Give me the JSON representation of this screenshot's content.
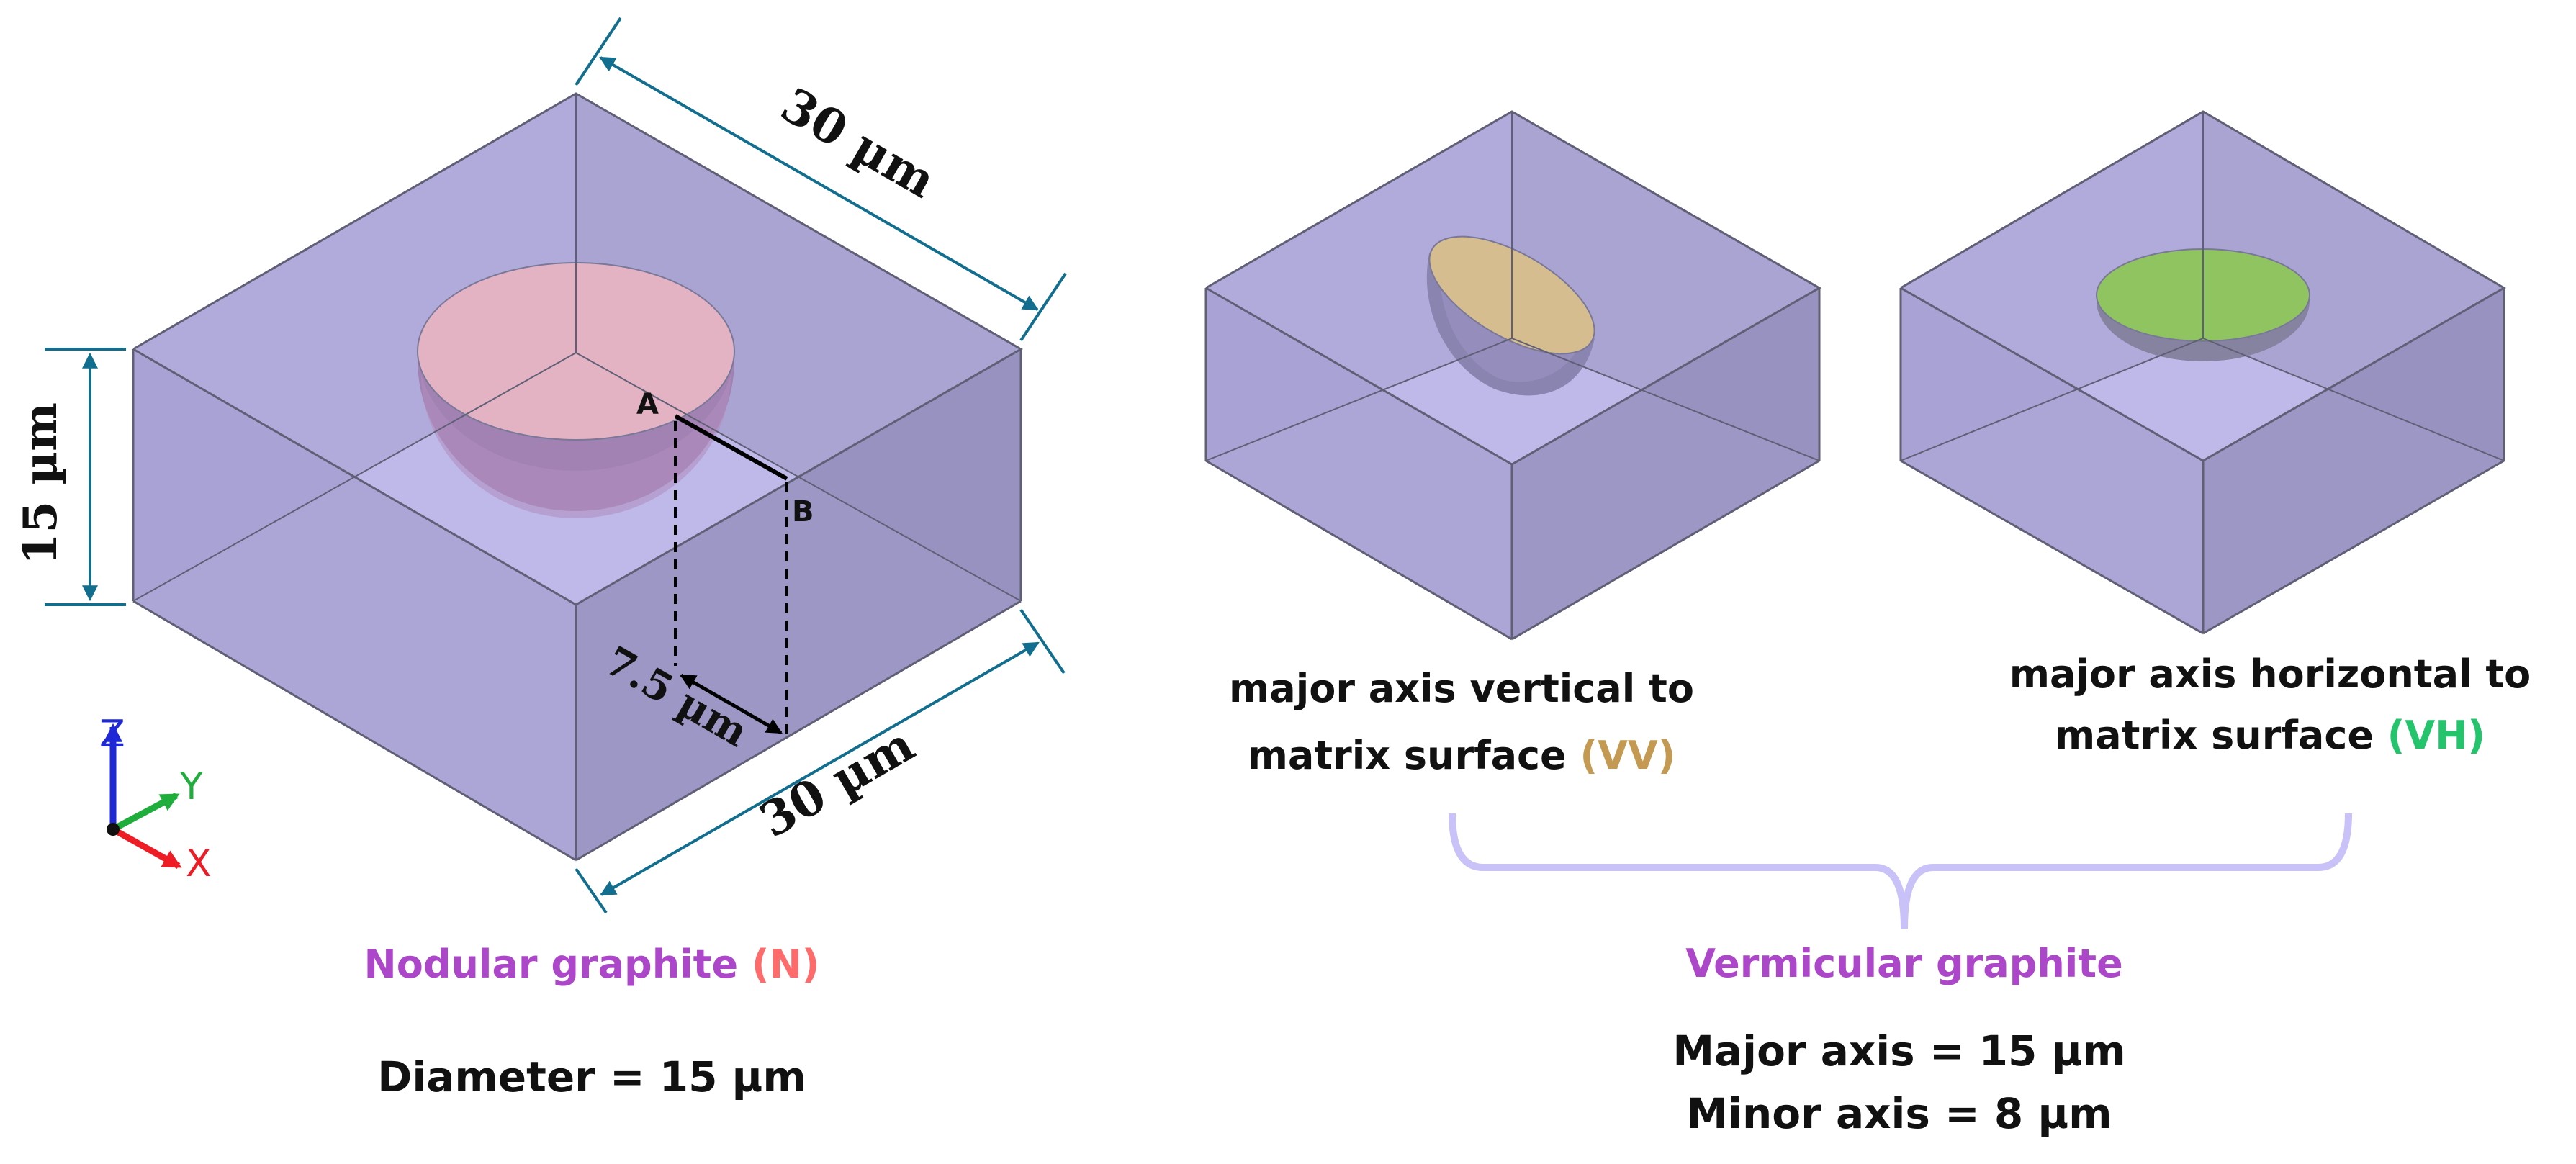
{
  "colors": {
    "box_top": "#b0aadb",
    "box_left": "#a7a1d2",
    "box_right": "#958fbd",
    "box_bottom": "#c6c2f2",
    "edge": "#5f5f75",
    "nodule_fill": "#ffb8b9",
    "nodule_shell": "#9a6e9d",
    "vv_fill": "#eac867",
    "vh_fill": "#7ed321",
    "dimension": "#116e8e",
    "caption_purple": "#ab47c8",
    "n_red": "#ff6b6b",
    "vv_gold": "#c49a52",
    "vh_green": "#23c46c",
    "brace": "#c9c2f8",
    "axis_z": "#1f28d6",
    "axis_y": "#1fae3c",
    "axis_x": "#ee1c24"
  },
  "icons": [
    "xyz-axes-triad-icon"
  ],
  "nodular": {
    "dim_top": "30 µm",
    "dim_front": "30 µm",
    "dim_height": "15 µm",
    "dim_depth": "7.5 µm",
    "point_a": "A",
    "point_b": "B",
    "caption_main": "Nodular graphite ",
    "caption_tag": "(N)",
    "diameter": "Diameter = 15 µm"
  },
  "axes": {
    "z": "Z",
    "y": "Y",
    "x": "X"
  },
  "vermicular": {
    "vv_line1": "major axis vertical to",
    "vv_line2_main": "matrix surface ",
    "vv_tag": "(VV)",
    "vh_line1": "major axis horizontal to",
    "vh_line2_main": "matrix surface ",
    "vh_tag": "(VH)",
    "caption": "Vermicular graphite",
    "major_axis": "Major axis = 15 µm",
    "minor_axis": "Minor axis = 8 µm"
  }
}
